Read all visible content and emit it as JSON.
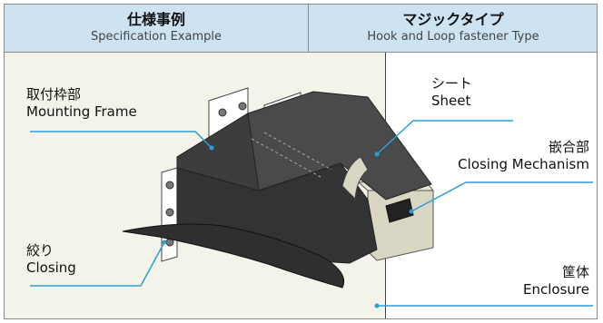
{
  "header": {
    "left_title": "仕様事例",
    "left_subtitle": "Specification Example",
    "right_title": "マジックタイプ",
    "right_subtitle": "Hook and Loop fastener Type"
  },
  "labels": {
    "mounting_frame_jp": "取付枠部",
    "mounting_frame_en": "Mounting Frame",
    "sheet_jp": "シート",
    "sheet_en": "Sheet",
    "closing_mechanism_jp": "嵌合部",
    "closing_mechanism_en": "Closing Mechanism",
    "closing_jp": "絞り",
    "closing_en": "Closing",
    "enclosure_jp": "筐体",
    "enclosure_en": "Enclosure"
  },
  "colors": {
    "header_bg": "#cde3f2",
    "left_bg": "#f3f3ea",
    "leader": "#2a9fd6",
    "sheet_dark": "#3b3b3b",
    "enclosure": "#d9d6c4"
  }
}
